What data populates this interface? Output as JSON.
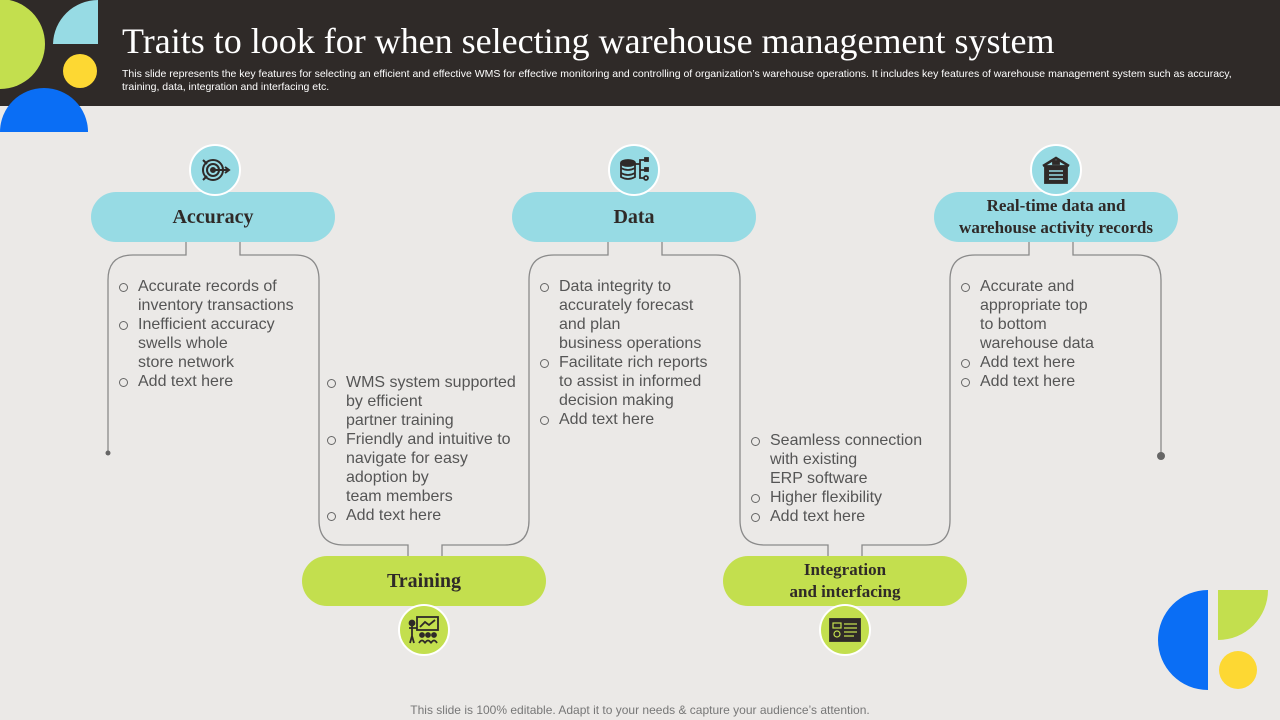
{
  "header": {
    "title": "Traits to look for when selecting warehouse management system",
    "subtitle": "This slide represents the key features for selecting an efficient and effective WMS  for effective monitoring and controlling of organization’s warehouse operations. It includes key features of warehouse management system such as accuracy, training, data, integration and interfacing etc."
  },
  "colors": {
    "header_bg": "#2f2a28",
    "pill_blue": "#97dbe4",
    "pill_green": "#c3df4e",
    "deco_blue": "#0a6ef5",
    "deco_yellow": "#fdd833",
    "page_bg": "#ebe9e7"
  },
  "traits": {
    "accuracy": {
      "title": "Accuracy",
      "icon": "target-icon",
      "bullets": [
        "Accurate records of\ninventory transactions",
        "Inefficient accuracy\nswells whole\nstore network",
        "Add text here"
      ]
    },
    "training": {
      "title": "Training",
      "icon": "presentation-training-icon",
      "bullets": [
        "WMS system supported\nby efficient\npartner training",
        "Friendly and intuitive to\nnavigate for easy\nadoption by\nteam members",
        "Add text here"
      ]
    },
    "data": {
      "title": "Data",
      "icon": "database-icon",
      "bullets": [
        "Data integrity to\naccurately forecast\nand plan\nbusiness operations",
        "Facilitate rich reports\nto assist in informed\ndecision making",
        "Add text here"
      ]
    },
    "integration": {
      "title": "Integration\nand interfacing",
      "icon": "dashboard-screen-icon",
      "bullets": [
        "Seamless connection\nwith existing\nERP software",
        "Higher flexibility",
        "Add text here"
      ]
    },
    "realtime": {
      "title": "Real-time data and\nwarehouse activity records",
      "icon": "warehouse-icon",
      "bullets": [
        "Accurate and\nappropriate top\nto bottom\nwarehouse data",
        "Add text here",
        "Add text here"
      ]
    }
  },
  "footer": {
    "text": "This slide is 100% editable. Adapt it to your needs & capture your audience’s attention."
  }
}
